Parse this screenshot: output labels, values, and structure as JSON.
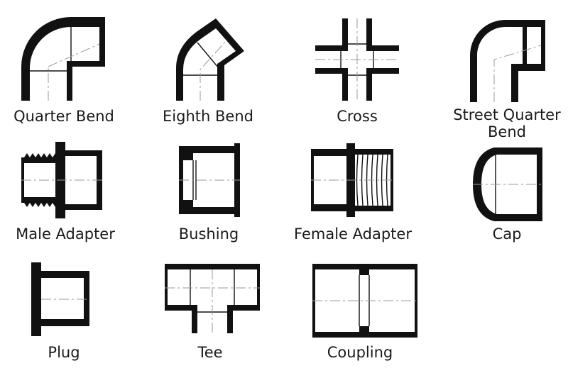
{
  "fittings": [
    {
      "id": "quarter-bend",
      "label": "Quarter Bend"
    },
    {
      "id": "eighth-bend",
      "label": "Eighth Bend"
    },
    {
      "id": "cross",
      "label": "Cross"
    },
    {
      "id": "street-quarter-bend",
      "label": "Street Quarter\nBend"
    },
    {
      "id": "male-adapter",
      "label": "Male Adapter"
    },
    {
      "id": "bushing",
      "label": "Bushing"
    },
    {
      "id": "female-adapter",
      "label": "Female Adapter"
    },
    {
      "id": "cap",
      "label": "Cap"
    },
    {
      "id": "plug",
      "label": "Plug"
    },
    {
      "id": "tee",
      "label": "Tee"
    },
    {
      "id": "coupling",
      "label": "Coupling"
    }
  ]
}
